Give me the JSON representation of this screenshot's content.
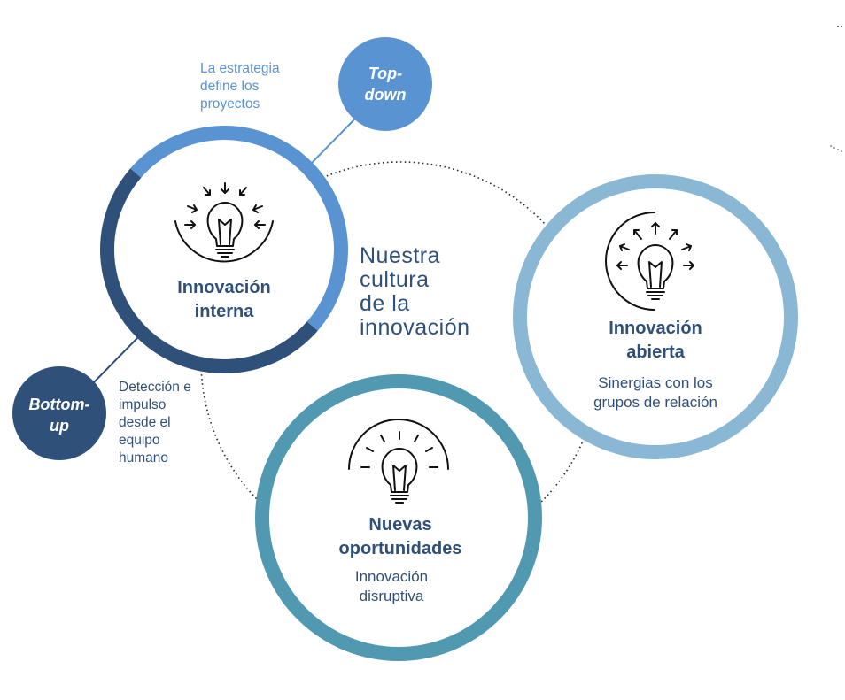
{
  "center_title": [
    "Nuestra",
    "cultura",
    "de la",
    "innovación"
  ],
  "interna": {
    "title": [
      "Innovación",
      "interna"
    ],
    "icon": "lightbulb-inward-arrows-icon"
  },
  "abierta": {
    "title": [
      "Innovación",
      "abierta"
    ],
    "subtitle": [
      "Sinergias con los",
      "grupos de relación"
    ],
    "icon": "lightbulb-outward-arrows-icon"
  },
  "nuevas": {
    "title": [
      "Nuevas",
      "oportunidades"
    ],
    "subtitle": [
      "Innovación",
      "disruptiva"
    ],
    "icon": "lightbulb-rays-icon"
  },
  "top_down": {
    "label": [
      "Top-",
      "down"
    ],
    "note": [
      "La estrategia",
      "define los",
      "proyectos"
    ]
  },
  "bottom_up": {
    "label": [
      "Bottom-",
      "up"
    ],
    "note": [
      "Detección e",
      "impulso",
      "desde el",
      "equipo",
      "humano"
    ]
  },
  "colors": {
    "dark_blue": "#2e5079",
    "mid_blue": "#5a93d2",
    "light_blue": "#8ab8d4",
    "teal": "#5199b1"
  }
}
